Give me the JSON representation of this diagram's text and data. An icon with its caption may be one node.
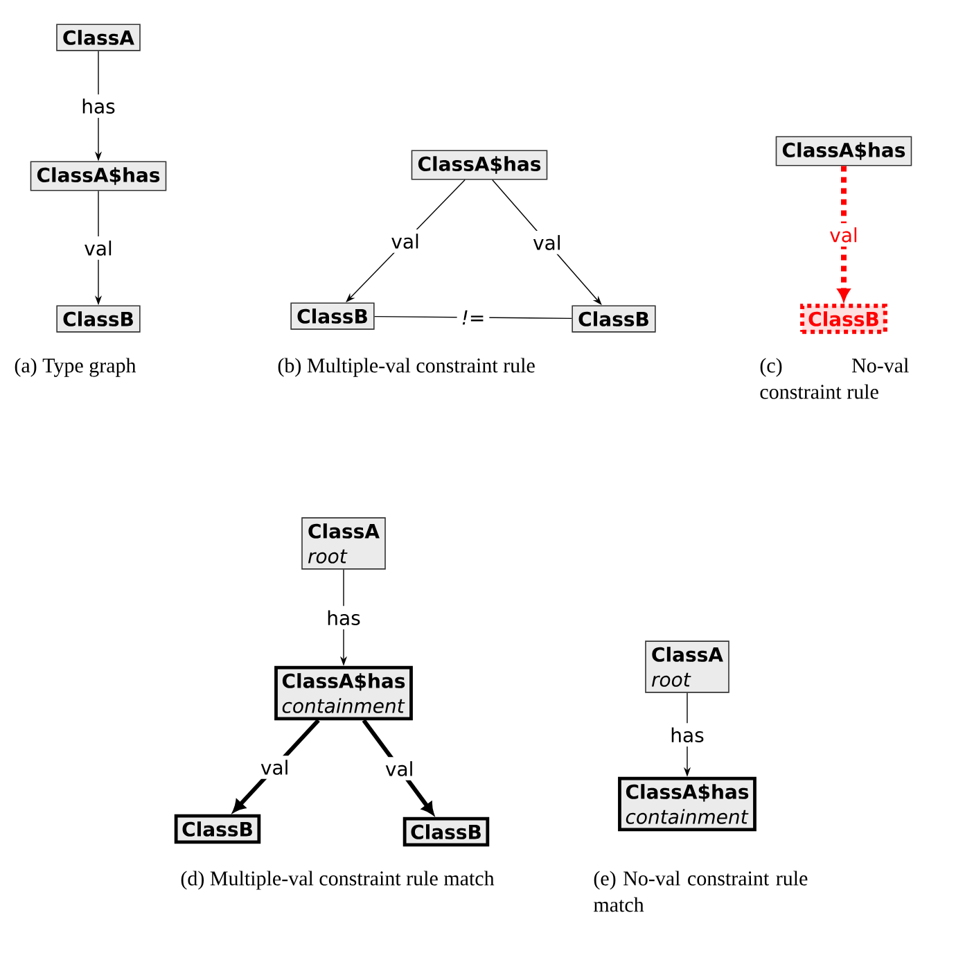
{
  "diagram": {
    "nodes": [
      {
        "text": [
          "ClassA"
        ]
      },
      {
        "text": [
          "ClassA$has"
        ]
      },
      {
        "text": [
          "ClassB"
        ]
      },
      {
        "text": [
          "ClassA$has"
        ]
      },
      {
        "text": [
          "ClassB"
        ]
      },
      {
        "text": [
          "ClassB"
        ]
      },
      {
        "text": [
          "ClassA$has"
        ]
      },
      {
        "text": [
          "ClassB"
        ]
      },
      {
        "text": [
          "ClassA",
          "root"
        ]
      },
      {
        "text": [
          "ClassA$has",
          "containment"
        ]
      },
      {
        "text": [
          "ClassB"
        ]
      },
      {
        "text": [
          "ClassB"
        ]
      },
      {
        "text": [
          "ClassA",
          "root"
        ]
      },
      {
        "text": [
          "ClassA$has",
          "containment"
        ]
      }
    ],
    "edges": [
      {
        "from": 0,
        "to": 1,
        "arrow": "to",
        "label": "has"
      },
      {
        "from": 1,
        "to": 2,
        "arrow": "to",
        "label": "val"
      },
      {
        "from": 3,
        "to": 4,
        "arrow": "to",
        "label": "val"
      },
      {
        "from": 3,
        "to": 5,
        "arrow": "to",
        "label": "val"
      },
      {
        "from": 4,
        "to": 5,
        "arrow": "none",
        "label": "!="
      },
      {
        "from": 6,
        "to": 7,
        "arrow": "to",
        "label": "val",
        "style": "dashed",
        "color": "#ff0000"
      },
      {
        "from": 8,
        "to": 9,
        "arrow": "to",
        "label": "has"
      },
      {
        "from": 9,
        "to": 10,
        "arrow": "to",
        "label": "val",
        "style": "thick"
      },
      {
        "from": 9,
        "to": 11,
        "arrow": "to",
        "label": "val",
        "style": "thick"
      },
      {
        "from": 12,
        "to": 13,
        "arrow": "to",
        "label": "has"
      }
    ],
    "labels": [
      "(a) Type graph",
      "(b) Multiple-val constraint rule",
      "(c) No-val constraint rule",
      "(d) Multiple-val constraint rule match",
      "(e) No-val constraint rule match"
    ]
  }
}
